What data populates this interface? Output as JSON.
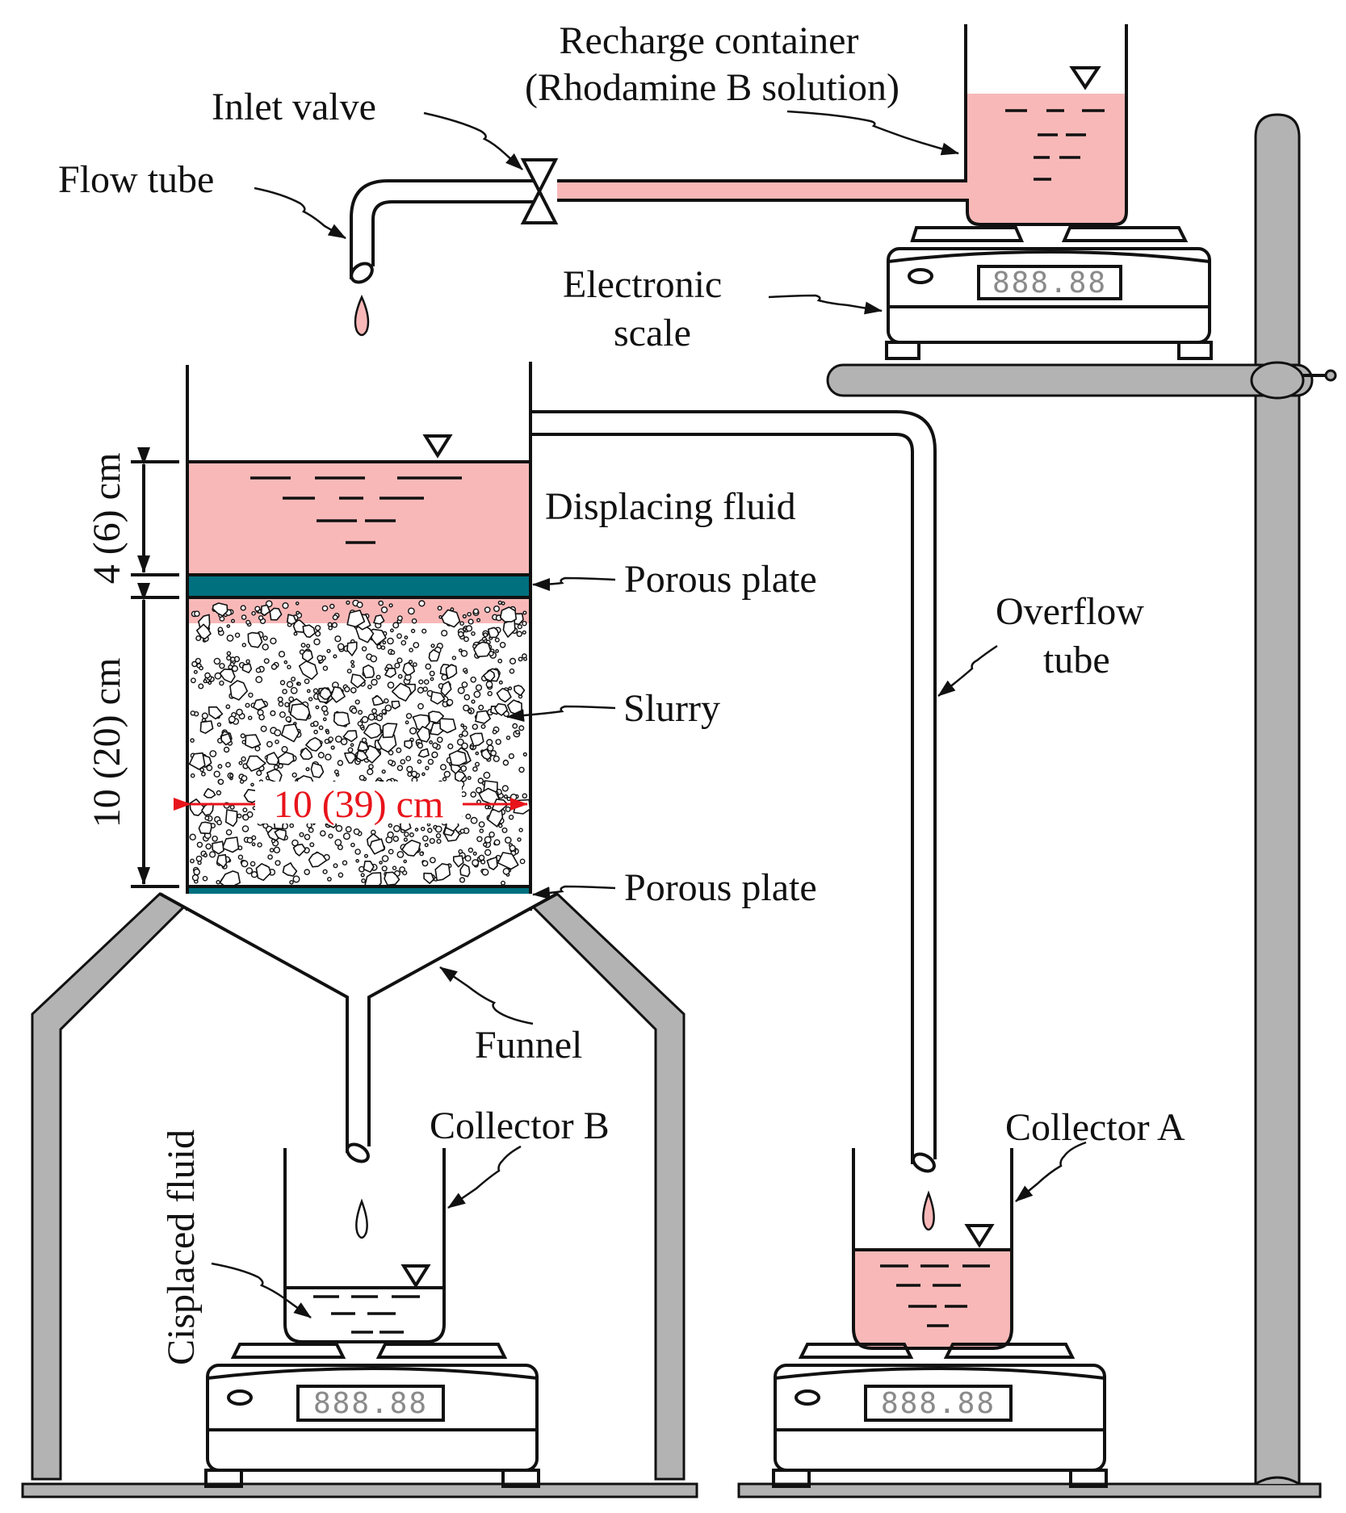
{
  "labels": {
    "recharge_container_line1": "Recharge container",
    "recharge_container_line2": "(Rhodamine B solution)",
    "inlet_valve": "Inlet valve",
    "flow_tube": "Flow tube",
    "electronic_scale_line1": "Electronic",
    "electronic_scale_line2": "scale",
    "displacing_fluid": "Displacing fluid",
    "porous_plate_top": "Porous plate",
    "porous_plate_bottom": "Porous plate",
    "overflow_tube_line1": "Overflow",
    "overflow_tube_line2": "tube",
    "slurry": "Slurry",
    "funnel": "Funnel",
    "collector_b": "Collector B",
    "collector_a": "Collector A",
    "displaced_fluid": "Cisplaced fluid"
  },
  "dimensions": {
    "fluid_height": "4 (6) cm",
    "slurry_height": "10 (20) cm",
    "diameter": "10 (39) cm"
  },
  "scale_readout": "888.88",
  "colors": {
    "solution": "#f9b8b8",
    "porous_plate": "#00707f",
    "stand": "#b3b3b3",
    "dimension_red": "#e8141b"
  }
}
